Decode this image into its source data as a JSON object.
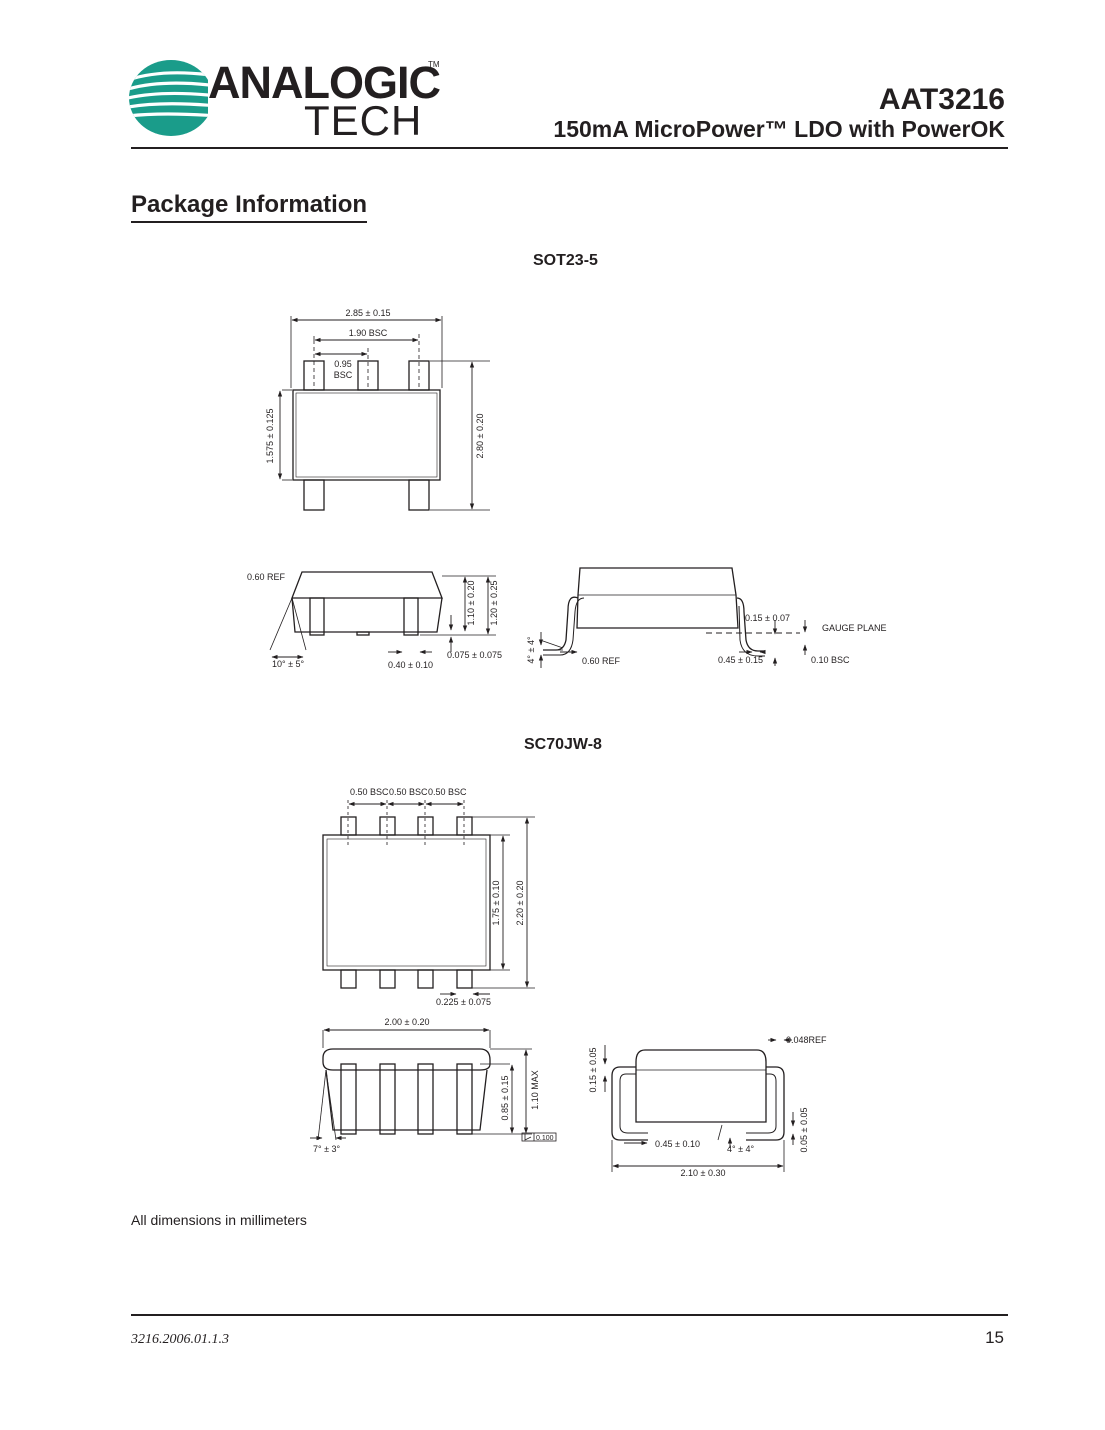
{
  "brand": {
    "name_line1": "ANALOGIC",
    "trademark": "TM",
    "name_line2": "TECH",
    "colors": {
      "logo_teal": "#1a9c8a",
      "ink": "#231f20"
    }
  },
  "header": {
    "part_number": "AAT3216",
    "subtitle": "150mA MicroPower™ LDO with PowerOK"
  },
  "section_title": "Package Information",
  "packages": {
    "sot23": {
      "title": "SOT23-5",
      "dims": {
        "overall_width": "2.85 ± 0.15",
        "pitch_190": "1.90 BSC",
        "pitch_095_line1": "0.95",
        "pitch_095_line2": "BSC",
        "body_height": "1.575 ± 0.125",
        "overall_height": "2.80 ± 0.20",
        "side_ref": "0.60 REF",
        "side_angle": "10° ± 5°",
        "lead_width": "0.40 ± 0.10",
        "standoff": "0.075 ± 0.075",
        "body_thickness": "1.10 ± 0.20",
        "total_thickness": "1.20 ± 0.25",
        "lead_thickness": "0.15 ± 0.07",
        "gauge_plane": "GAUGE PLANE",
        "lead_angle": "4° ± 4°",
        "end_ref": "0.60 REF",
        "foot_length": "0.45 ± 0.15",
        "gauge_bsc": "0.10 BSC"
      }
    },
    "sc70": {
      "title": "SC70JW-8",
      "dims": {
        "pitch_1": "0.50 BSC",
        "pitch_2": "0.50 BSC",
        "pitch_3": "0.50 BSC",
        "body_height": "1.75 ± 0.10",
        "overall_height": "2.20 ± 0.20",
        "lead_width": "0.225 ± 0.075",
        "body_length": "2.00 ± 0.20",
        "body_thickness": "0.85 ± 0.15",
        "max_thickness": "1.10 MAX",
        "flatness": "0.100",
        "side_angle": "7° ± 3°",
        "standoff_top": "0.15 ± 0.05",
        "lead_ref": "0.048REF",
        "lead_thickness": "0.05 ± 0.05",
        "foot_length": "0.45 ± 0.10",
        "lead_angle": "4° ± 4°",
        "overall_width": "2.10 ± 0.30"
      }
    }
  },
  "note": "All dimensions in millimeters",
  "footer": {
    "doc_number": "3216.2006.01.1.3",
    "page": "15"
  }
}
